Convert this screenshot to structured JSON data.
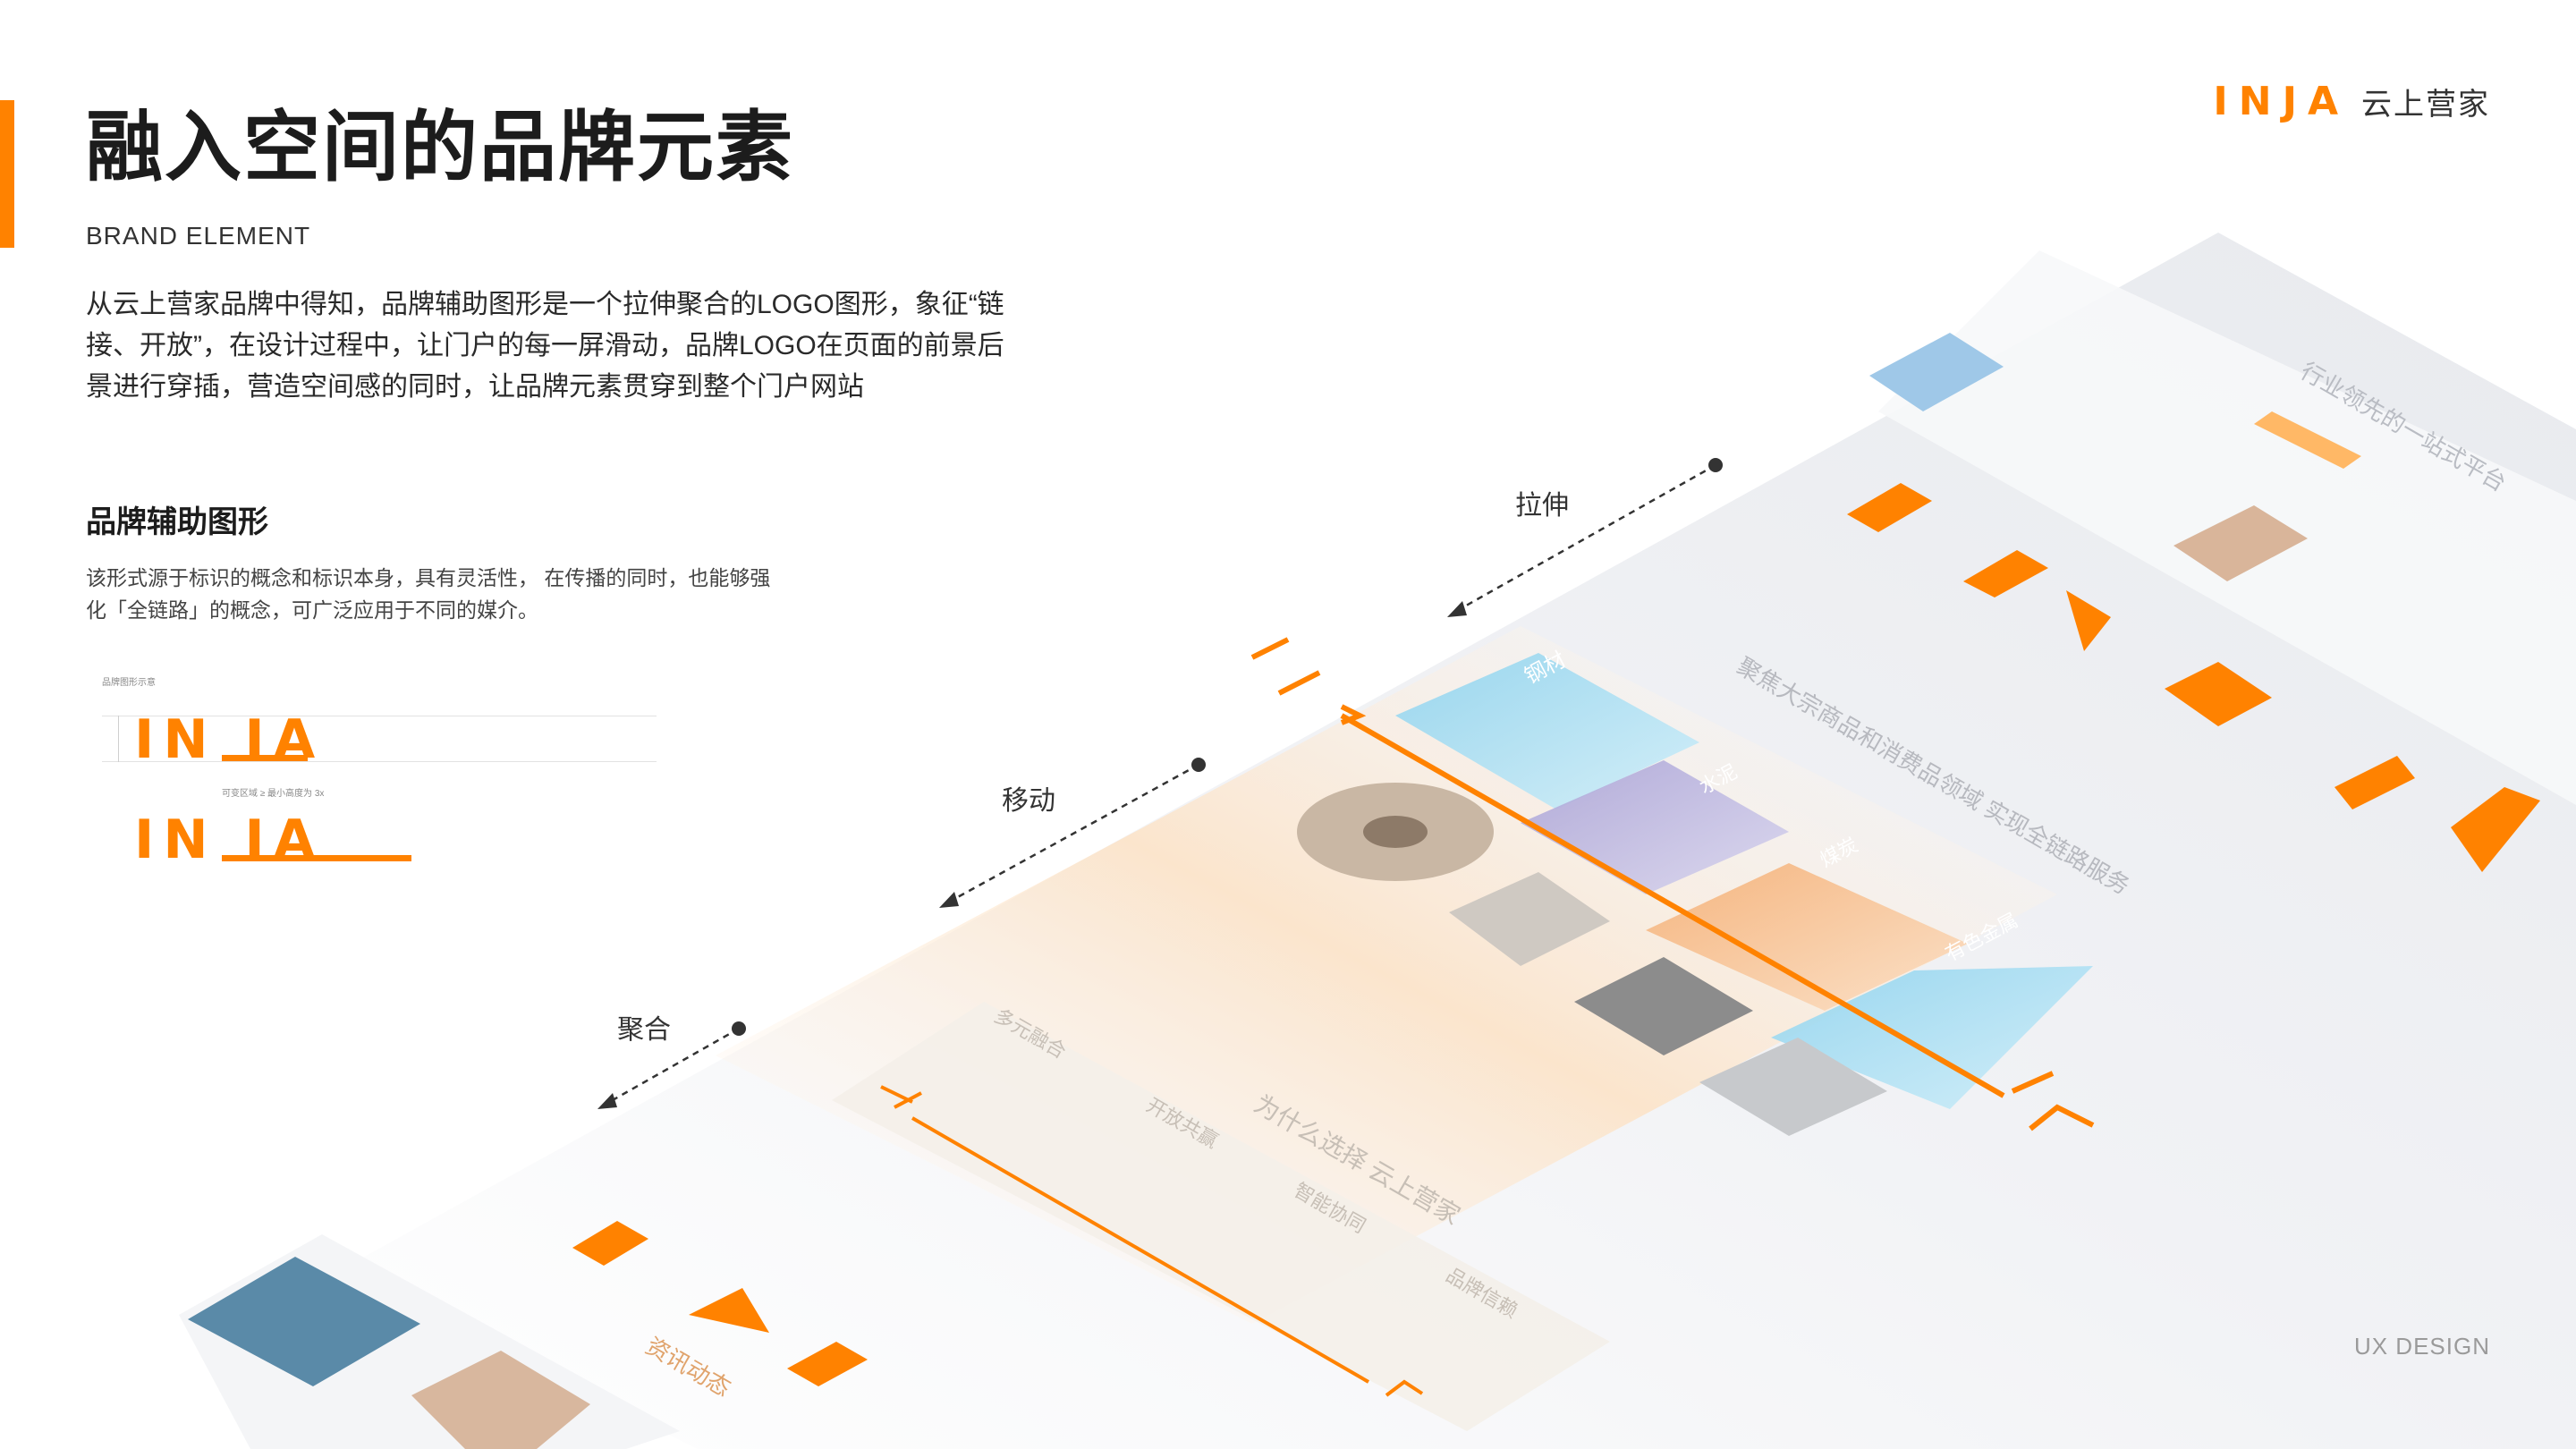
{
  "header": {
    "title": "融入空间的品牌元素",
    "subtitle": "BRAND ELEMENT",
    "intro": "从云上营家品牌中得知，品牌辅助图形是一个拉伸聚合的LOGO图形，象征“链接、开放”，在设计过程中，让门户的每一屏滑动，品牌LOGO在页面的前景后景进行穿插，营造空间感的同时，让品牌元素贯穿到整个门户网站"
  },
  "brand_logo": {
    "mark": "INJA",
    "name": "云上营家"
  },
  "section": {
    "heading": "品牌辅助图形",
    "description": "该形式源于标识的概念和标识本身，具有灵活性， 在传播的同时，也能够强化「全链路」的概念，可广泛应用于不同的媒介。",
    "diagram_caption": "品牌图形示意",
    "diagram_note": "可变区域 ≥ 最小高度为 3x",
    "logo_short": "IN  IA",
    "logo_long": "IN  IA"
  },
  "arrows": {
    "stretch": "拉伸",
    "move": "移动",
    "gather": "聚合"
  },
  "cards": {
    "steel": "钢材",
    "cement": "水泥",
    "coal": "煤炭",
    "metal": "有色金属",
    "slogan": "聚焦大宗商品和消费品领域 实现全链路服务",
    "industry": "行业领先的一站式平台",
    "why": "为什么选择 云上营家",
    "multi": "多元融合",
    "open": "开放共赢",
    "smart": "智能协同",
    "trust": "品牌信赖",
    "news": "资讯动态"
  },
  "footer": {
    "label": "UX DESIGN"
  },
  "colors": {
    "accent": "#ff8200",
    "text": "#1c1c1c",
    "muted": "#9a9a9a"
  }
}
